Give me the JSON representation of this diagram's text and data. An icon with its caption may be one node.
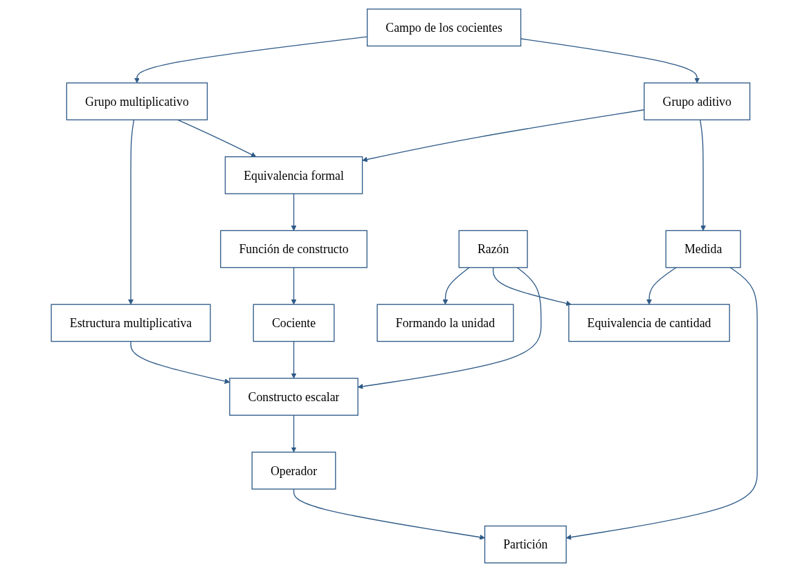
{
  "diagram": {
    "nodes": [
      {
        "text": [
          "Campo de los cocientes"
        ]
      },
      {
        "text": [
          "Grupo aditivo"
        ]
      },
      {
        "text": [
          "Grupo multiplicativo"
        ]
      },
      {
        "text": [
          "Equivalencia formal"
        ]
      },
      {
        "text": [
          "Estructura multiplicativa"
        ]
      },
      {
        "text": [
          "Función de constructo"
        ]
      },
      {
        "text": [
          "Constructo escalar"
        ]
      },
      {
        "text": [
          "Medida"
        ]
      },
      {
        "text": [
          "Cociente"
        ]
      },
      {
        "text": [
          "Razón"
        ]
      },
      {
        "text": [
          "Operador"
        ]
      },
      {
        "text": [
          "Partición"
        ]
      },
      {
        "text": [
          "Equivalencia de cantidad"
        ]
      },
      {
        "text": [
          "Formando la unidad"
        ]
      }
    ],
    "edges": [
      {
        "from": 0,
        "to": 1,
        "arrow": "to"
      },
      {
        "from": 0,
        "to": 2,
        "arrow": "to"
      },
      {
        "from": 1,
        "to": 7,
        "arrow": "to"
      },
      {
        "from": 1,
        "to": 3,
        "arrow": "to"
      },
      {
        "from": 2,
        "to": 3,
        "arrow": "to"
      },
      {
        "from": 2,
        "to": 4,
        "arrow": "to"
      },
      {
        "from": 3,
        "to": 5,
        "arrow": "to"
      },
      {
        "from": 4,
        "to": 6,
        "arrow": "to"
      },
      {
        "from": 5,
        "to": 8,
        "arrow": "to"
      },
      {
        "from": 8,
        "to": 6,
        "arrow": "to"
      },
      {
        "from": 9,
        "to": 6,
        "arrow": "to"
      },
      {
        "from": 6,
        "to": 10,
        "arrow": "to"
      },
      {
        "from": 7,
        "to": 11,
        "arrow": "to"
      },
      {
        "from": 7,
        "to": 12,
        "arrow": "to"
      },
      {
        "from": 10,
        "to": 11,
        "arrow": "to"
      },
      {
        "from": 9,
        "to": 12,
        "arrow": "to"
      },
      {
        "from": 9,
        "to": 13,
        "arrow": "to"
      }
    ]
  }
}
